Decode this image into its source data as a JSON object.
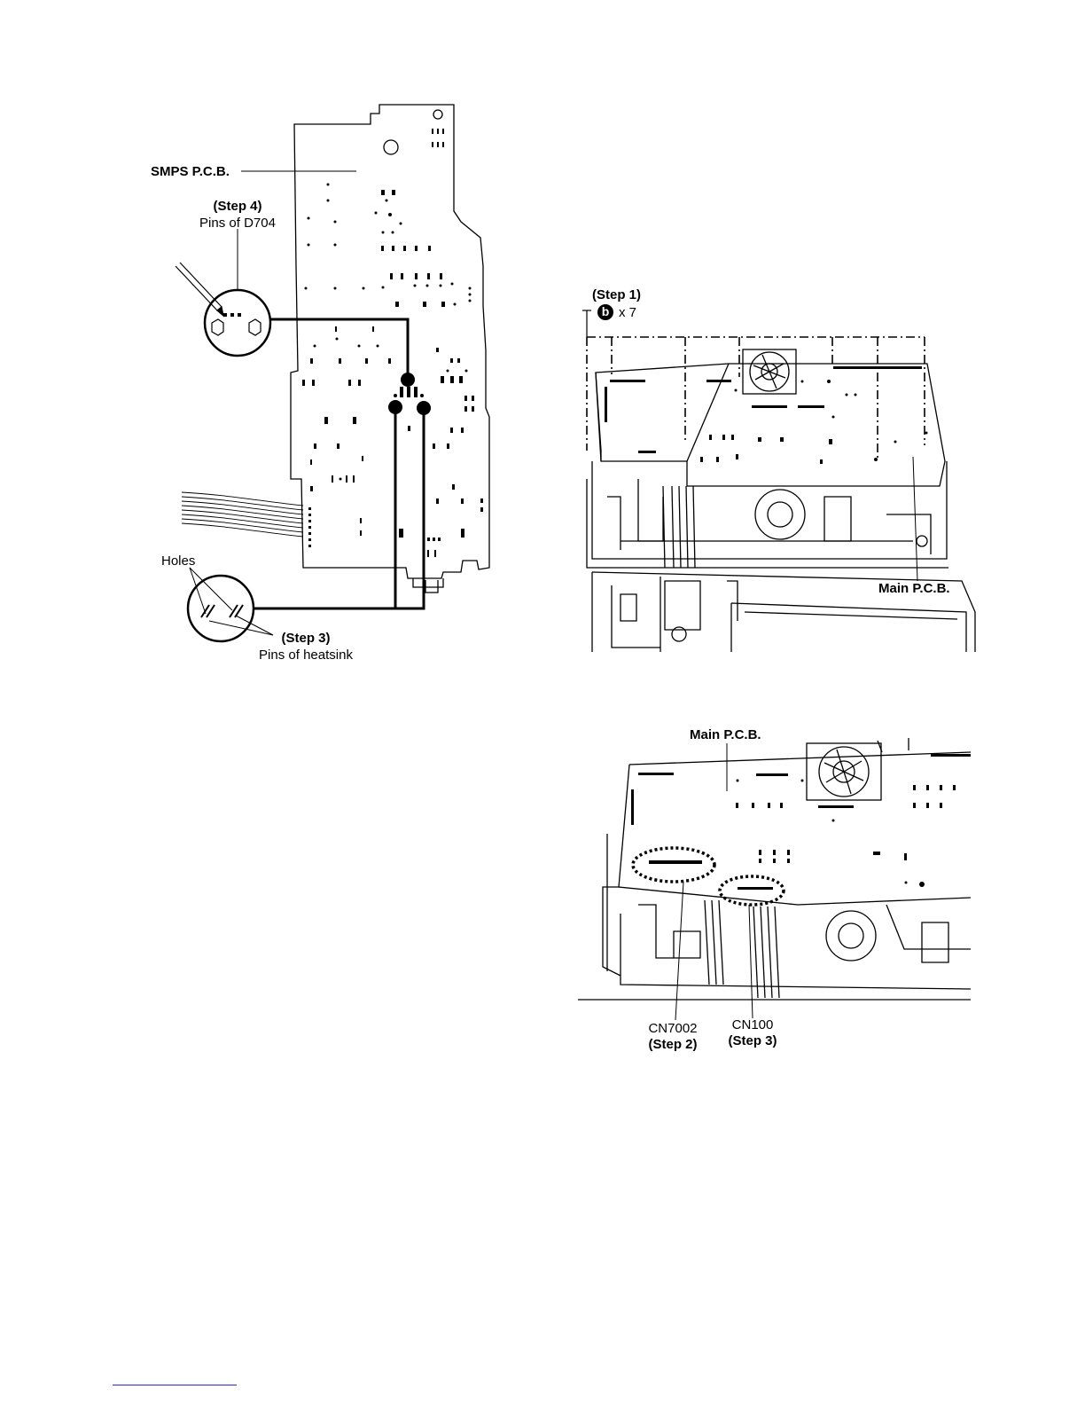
{
  "figure_left": {
    "smps_label": "SMPS P.C.B.",
    "step4_label": "(Step 4)",
    "step4_desc": "Pins of D704",
    "holes_label": "Holes",
    "step3_label": "(Step 3)",
    "step3_desc": "Pins of heatsink"
  },
  "figure_right_top": {
    "step1_label": "(Step 1)",
    "screw_letter": "b",
    "screw_count": "x 7",
    "main_pcb_label": "Main P.C.B."
  },
  "figure_right_bottom": {
    "main_pcb_label": "Main P.C.B.",
    "cn7002_label": "CN7002",
    "cn7002_step": "(Step 2)",
    "cn100_label": "CN100",
    "cn100_step": "(Step 3)"
  },
  "colors": {
    "ink": "#000000",
    "footer_rule": "#2a2ad8"
  }
}
